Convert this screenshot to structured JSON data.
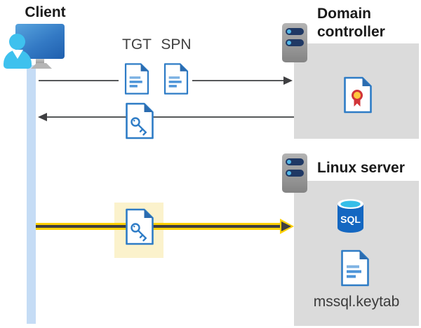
{
  "client": {
    "label": "Client"
  },
  "tickets": {
    "tgt_label": "TGT",
    "spn_label": "SPN"
  },
  "domain_controller": {
    "label": "Domain controller"
  },
  "linux_server": {
    "label": "Linux server",
    "sql_badge": "SQL",
    "keytab_file": "mssql.keytab"
  },
  "icons": {
    "client": "user-workstation-icon",
    "domain_controller": "server-icon",
    "linux_server": "server-icon",
    "tgt": "document-icon",
    "spn": "document-icon",
    "tgt_response": "key-document-icon",
    "service_ticket": "key-document-icon",
    "certificate": "certificate-document-icon",
    "sql": "sql-database-icon",
    "keytab": "document-icon"
  },
  "colors": {
    "accent_yellow": "#FFD103",
    "highlight_yellow": "#FBF2CC",
    "timeline_blue": "#C5DCF5",
    "panel_gray": "#DBDBDB",
    "doc_blue": "#2E7CC6",
    "doc_fold_blue": "#2B6CB0",
    "arrow_dark": "#3F3F41",
    "arrow_gray": "#56585A",
    "person_cyan": "#3EC1EE",
    "sql_blue": "#1467C1",
    "sql_top_cyan": "#35BEE8",
    "cert_red": "#D13438",
    "cert_gold": "#FFC83D",
    "server_pill_navy": "#1F3864"
  }
}
